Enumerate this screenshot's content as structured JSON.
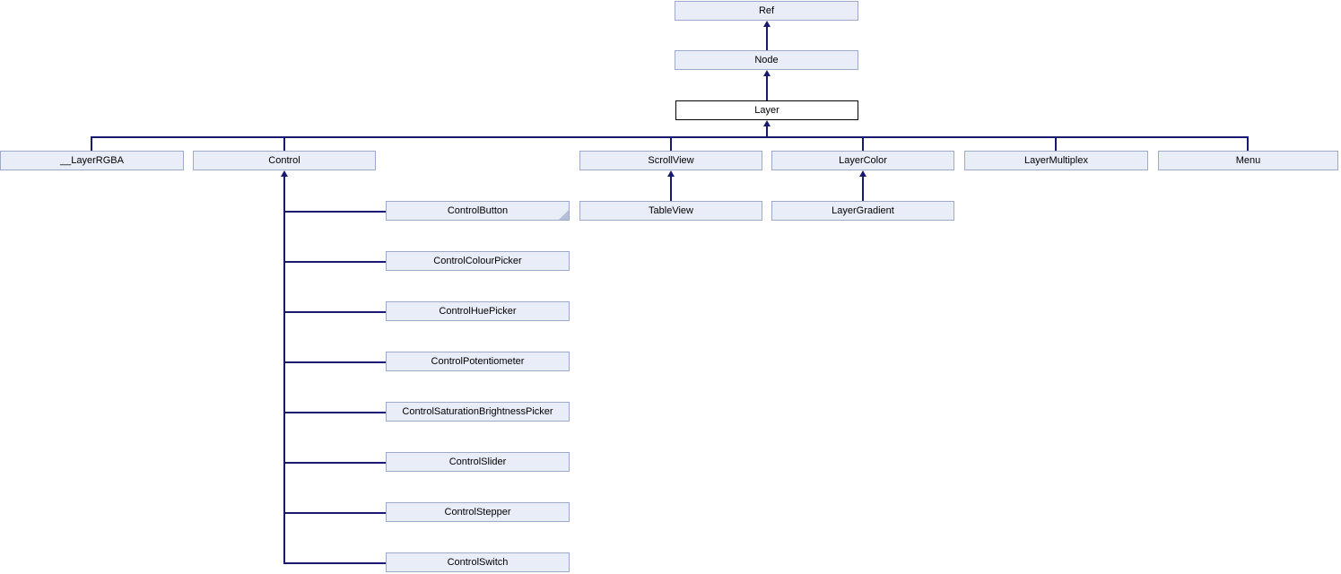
{
  "diagram": {
    "kind": "class-inheritance-graph",
    "selected_node": "Layer",
    "colors": {
      "node_fill": "#e8edf7",
      "node_border": "#9daac7",
      "selected_fill": "#ffffff",
      "selected_border": "#000000",
      "edge": "#191970",
      "text": "#000000",
      "background": "#ffffff"
    },
    "nodes": {
      "ref": {
        "label": "Ref"
      },
      "node": {
        "label": "Node"
      },
      "layer": {
        "label": "Layer",
        "selected": true
      },
      "layerrgba": {
        "label": "__LayerRGBA"
      },
      "control": {
        "label": "Control"
      },
      "scrollview": {
        "label": "ScrollView"
      },
      "layercolor": {
        "label": "LayerColor"
      },
      "layermultiplex": {
        "label": "LayerMultiplex"
      },
      "menu": {
        "label": "Menu"
      },
      "controlbutton": {
        "label": "ControlButton",
        "truncated": true
      },
      "tableview": {
        "label": "TableView"
      },
      "layergradient": {
        "label": "LayerGradient"
      },
      "controlcolourpicker": {
        "label": "ControlColourPicker"
      },
      "controlhuepicker": {
        "label": "ControlHuePicker"
      },
      "controlpotentiometer": {
        "label": "ControlPotentiometer"
      },
      "controlsaturationbrightnesspicker": {
        "label": "ControlSaturationBrightnessPicker"
      },
      "controlslider": {
        "label": "ControlSlider"
      },
      "controlstepper": {
        "label": "ControlStepper"
      },
      "controlswitch": {
        "label": "ControlSwitch"
      }
    },
    "edges": [
      {
        "child": "Node",
        "parent": "Ref"
      },
      {
        "child": "Layer",
        "parent": "Node"
      },
      {
        "child": "__LayerRGBA",
        "parent": "Layer"
      },
      {
        "child": "Control",
        "parent": "Layer"
      },
      {
        "child": "ScrollView",
        "parent": "Layer"
      },
      {
        "child": "LayerColor",
        "parent": "Layer"
      },
      {
        "child": "LayerMultiplex",
        "parent": "Layer"
      },
      {
        "child": "Menu",
        "parent": "Layer"
      },
      {
        "child": "TableView",
        "parent": "ScrollView"
      },
      {
        "child": "LayerGradient",
        "parent": "LayerColor"
      },
      {
        "child": "ControlButton",
        "parent": "Control"
      },
      {
        "child": "ControlColourPicker",
        "parent": "Control"
      },
      {
        "child": "ControlHuePicker",
        "parent": "Control"
      },
      {
        "child": "ControlPotentiometer",
        "parent": "Control"
      },
      {
        "child": "ControlSaturationBrightnessPicker",
        "parent": "Control"
      },
      {
        "child": "ControlSlider",
        "parent": "Control"
      },
      {
        "child": "ControlStepper",
        "parent": "Control"
      },
      {
        "child": "ControlSwitch",
        "parent": "Control"
      }
    ]
  }
}
